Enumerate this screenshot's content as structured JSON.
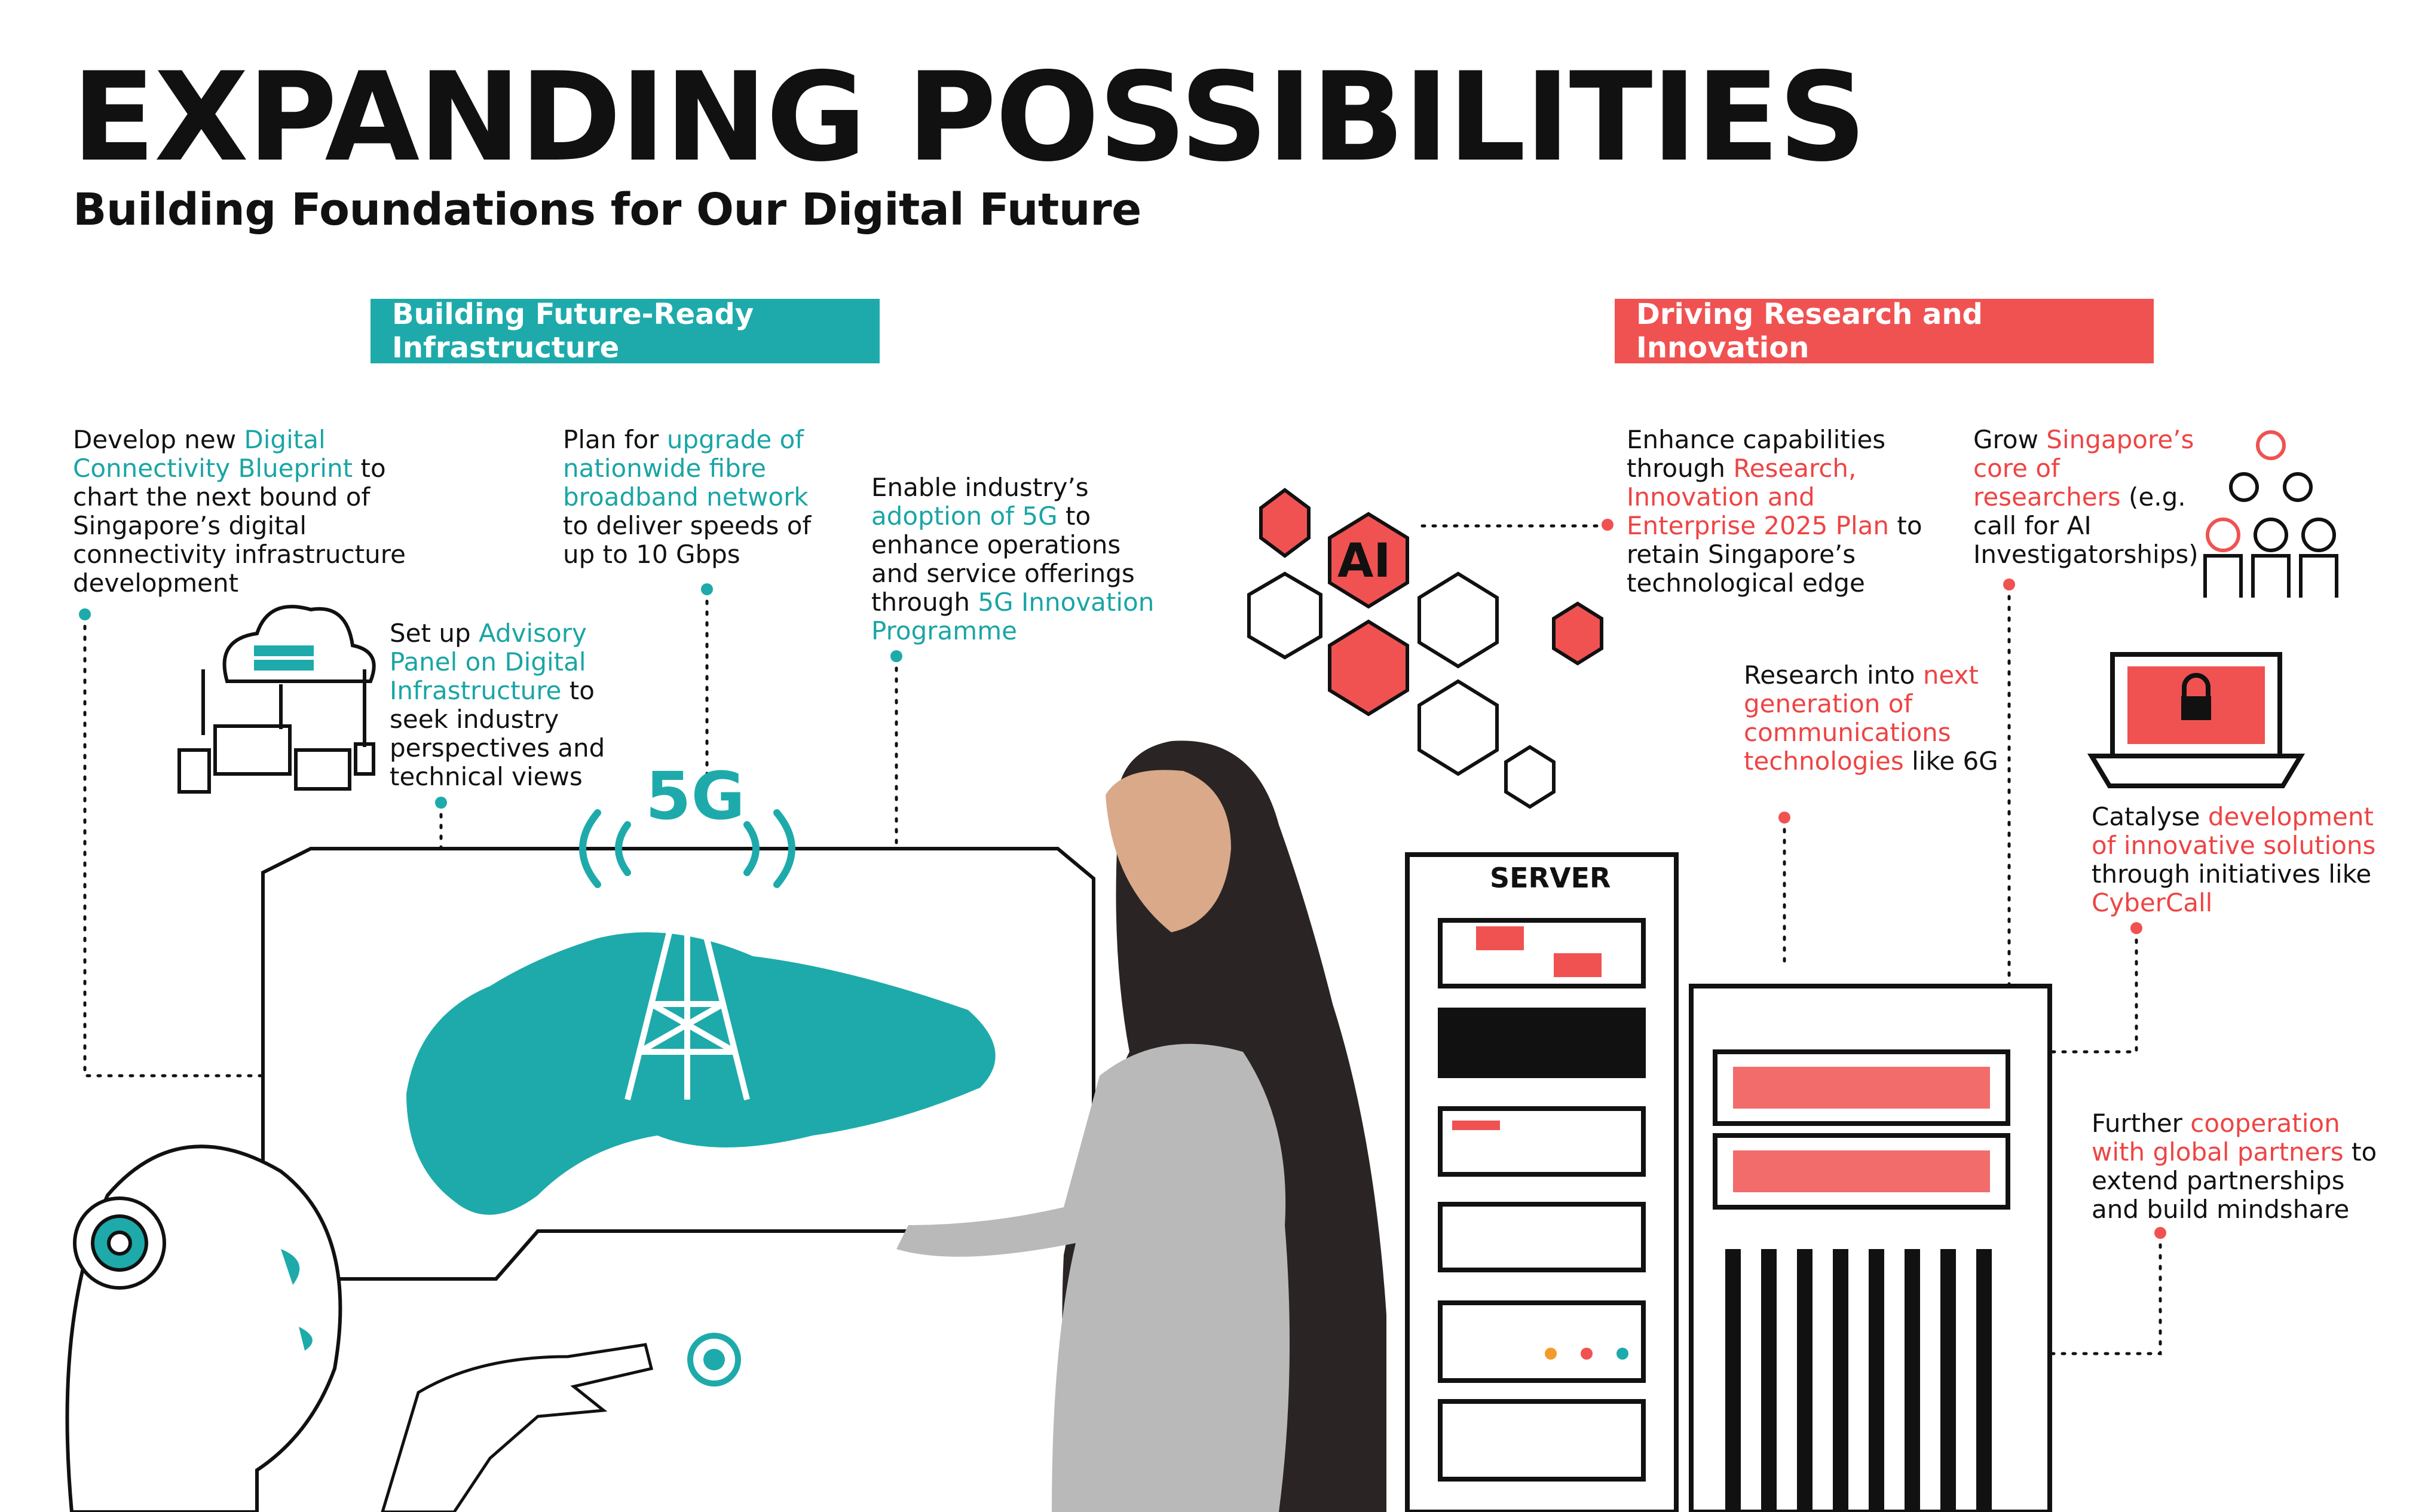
{
  "header": {
    "title": "EXPANDING POSSIBILITIES",
    "subtitle": "Building Foundations for Our Digital Future"
  },
  "sections": {
    "infrastructure_label": "Building Future-Ready Infrastructure",
    "research_label": "Driving Research and Innovation"
  },
  "left_blurbs": {
    "blueprint": {
      "pre": "Develop new ",
      "hl": "Digital Connectivity Blueprint",
      "post": " to chart the next bound of Singapore’s digital connectivity infrastructure development"
    },
    "fibre": {
      "pre": "Plan for ",
      "hl": "upgrade of nationwide fibre broadband network",
      "post": " to deliver speeds of up to 10 Gbps"
    },
    "g5": {
      "pre": "Enable industry’s ",
      "hl": "adoption of 5G",
      "mid": " to enhance operations and service offerings through ",
      "hl2": "5G Innovation Programme"
    },
    "panel": {
      "pre": "Set up ",
      "hl": "Advisory Panel on Digital Infrastructure",
      "post": " to seek industry perspectives and technical views"
    }
  },
  "right_blurbs": {
    "rie": {
      "pre": "Enhance capabilities through ",
      "hl": "Research, Innovation and Enterprise 2025 Plan",
      "post": " to retain Singapore’s technological edge"
    },
    "researchers": {
      "pre": "Grow ",
      "hl": "Singapore’s core of researchers",
      "post": " (e.g. call for AI Investigatorships)"
    },
    "nextgen": {
      "pre": "Research into ",
      "hl": "next generation of communications technologies",
      "post": " like 6G"
    },
    "cybercall": {
      "pre": "Catalyse ",
      "hl": "development of innovative solutions",
      "mid": " through initiatives like ",
      "hl2": "CyberCall"
    },
    "partners": {
      "pre": "Further ",
      "hl": "cooperation with global partners",
      "post": " to extend partnerships and build mindshare"
    }
  },
  "art_labels": {
    "g5": "5G",
    "ai": "AI",
    "server": "SERVER"
  },
  "colors": {
    "teal": "#1eaaaa",
    "red": "#f05252",
    "ink": "#111111"
  }
}
